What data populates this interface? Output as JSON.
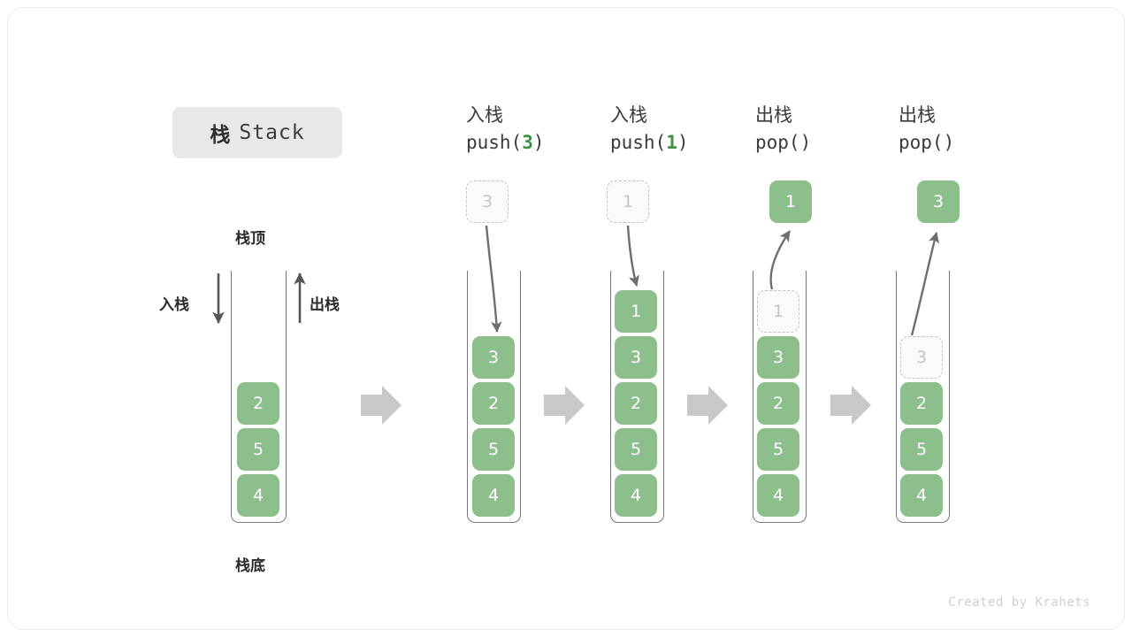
{
  "title": {
    "cn": "栈",
    "en": "Stack"
  },
  "labels": {
    "top": "栈顶",
    "bottom": "栈底",
    "push": "入栈",
    "pop": "出栈"
  },
  "colors": {
    "cell_green": "#8cbf8c",
    "accent_green": "#3f9142",
    "ghost_fill": "#fafafa",
    "ghost_border": "#c2c2c2",
    "arrow_gray": "#6e6e6e",
    "block_arrow_gray": "#c8c8c8",
    "badge_bg": "#e8e8e8",
    "text_dark": "#2b2b2b"
  },
  "initial_stack": {
    "name": "栈 Stack",
    "cells": [
      "2",
      "5",
      "4"
    ]
  },
  "steps": [
    {
      "op_cn": "入栈",
      "op_code_prefix": "push(",
      "op_code_arg": "3",
      "op_code_suffix": ")",
      "floating_cell": "3",
      "floating_kind": "ghost",
      "cells": [
        "3",
        "2",
        "5",
        "4"
      ],
      "ghost_in_stack": null
    },
    {
      "op_cn": "入栈",
      "op_code_prefix": "push(",
      "op_code_arg": "1",
      "op_code_suffix": ")",
      "floating_cell": "1",
      "floating_kind": "ghost",
      "cells": [
        "1",
        "3",
        "2",
        "5",
        "4"
      ],
      "ghost_in_stack": null
    },
    {
      "op_cn": "出栈",
      "op_code_prefix": "pop(",
      "op_code_arg": "",
      "op_code_suffix": ")",
      "floating_cell": "1",
      "floating_kind": "solid",
      "cells": [
        "3",
        "2",
        "5",
        "4"
      ],
      "ghost_in_stack": "1"
    },
    {
      "op_cn": "出栈",
      "op_code_prefix": "pop(",
      "op_code_arg": "",
      "op_code_suffix": ")",
      "floating_cell": "3",
      "floating_kind": "solid",
      "cells": [
        "2",
        "5",
        "4"
      ],
      "ghost_in_stack": "3"
    }
  ],
  "footer": {
    "credit": "Created by Krahets"
  }
}
